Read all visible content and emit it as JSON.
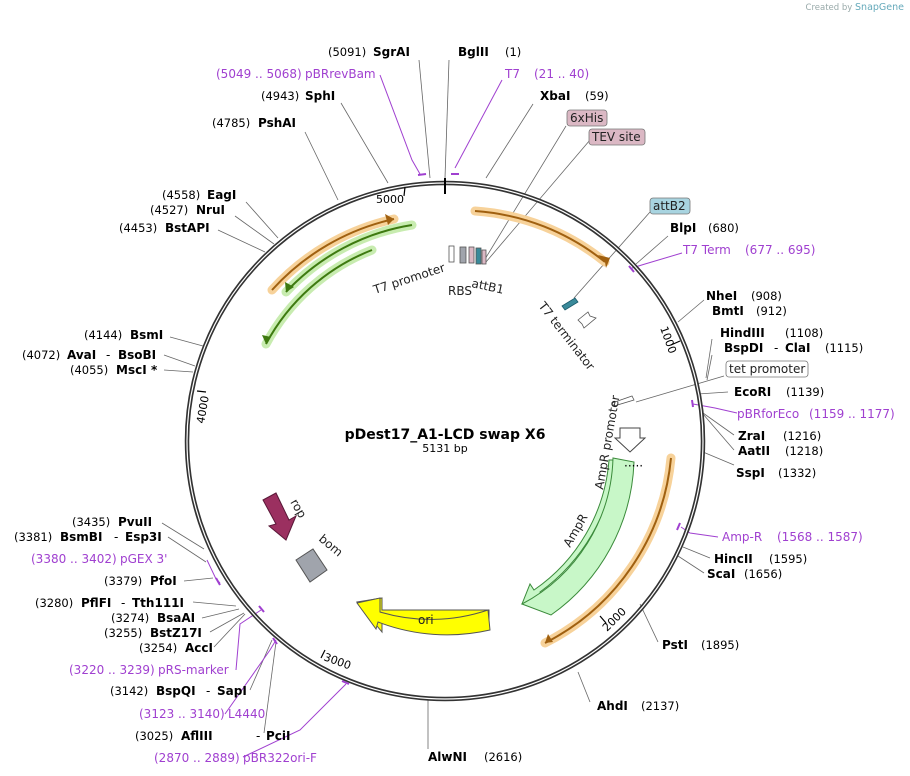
{
  "credit": {
    "prefix": "Created by",
    "brand": "SnapGene"
  },
  "plasmid": {
    "name": "pDest17_A1-LCD swap X6",
    "length": "5131 bp"
  },
  "ticks": [
    "5000",
    "1000",
    "4000",
    "2000",
    "3000"
  ],
  "enzymes": [
    {
      "pos": "(5091)",
      "name": "SgrAI"
    },
    {
      "pos": "(1)",
      "name": "BglII"
    },
    {
      "pos": "(59)",
      "name": "XbaI"
    },
    {
      "pos": "(4943)",
      "name": "SphI"
    },
    {
      "pos": "(4785)",
      "name": "PshAI"
    },
    {
      "pos": "(4558)",
      "name": "EagI"
    },
    {
      "pos": "(4527)",
      "name": "NruI"
    },
    {
      "pos": "(4453)",
      "name": "BstAPI"
    },
    {
      "pos": "(680)",
      "name": "BlpI"
    },
    {
      "pos": "(908)",
      "name": "NheI"
    },
    {
      "pos": "(912)",
      "name": "BmtI"
    },
    {
      "pos": "(1108)",
      "name": "HindIII"
    },
    {
      "pos": "(1115)",
      "name": "BspDI",
      "name2": "ClaI"
    },
    {
      "pos": "(4144)",
      "name": "BsmI"
    },
    {
      "pos": "(4072)",
      "name": "AvaI",
      "name2": "BsoBI"
    },
    {
      "pos": "(4055)",
      "name": "MscI",
      "suffix": "*"
    },
    {
      "pos": "(1139)",
      "name": "EcoRI"
    },
    {
      "pos": "(1216)",
      "name": "ZraI"
    },
    {
      "pos": "(1218)",
      "name": "AatII"
    },
    {
      "pos": "(1332)",
      "name": "SspI"
    },
    {
      "pos": "(3435)",
      "name": "PvuII"
    },
    {
      "pos": "(3381)",
      "name": "BsmBI",
      "name2": "Esp3I"
    },
    {
      "pos": "(3379)",
      "name": "PfoI"
    },
    {
      "pos": "(3280)",
      "name": "PflFI",
      "name2": "Tth111I"
    },
    {
      "pos": "(3274)",
      "name": "BsaAI"
    },
    {
      "pos": "(3255)",
      "name": "BstZ17I"
    },
    {
      "pos": "(3254)",
      "name": "AccI"
    },
    {
      "pos": "(1595)",
      "name": "HincII"
    },
    {
      "pos": "(1656)",
      "name": "ScaI"
    },
    {
      "pos": "(1895)",
      "name": "PstI"
    },
    {
      "pos": "(2137)",
      "name": "AhdI"
    },
    {
      "pos": "(3142)",
      "name": "BspQI",
      "name2": "SapI"
    },
    {
      "pos": "(3025)",
      "name": "AflIII",
      "name2": "PciI"
    },
    {
      "pos": "(2616)",
      "name": "AlwNI"
    }
  ],
  "primers": [
    {
      "range": "(5049 .. 5068)",
      "name": "pBRrevBam"
    },
    {
      "range": "(21 .. 40)",
      "name": "T7"
    },
    {
      "range": "(677 .. 695)",
      "name": "T7 Term"
    },
    {
      "range": "(1159 .. 1177)",
      "name": "pBRforEco"
    },
    {
      "range": "(1568 .. 1587)",
      "name": "Amp-R"
    },
    {
      "range": "(3380 .. 3402)",
      "name": "pGEX 3'"
    },
    {
      "range": "(3220 .. 3239)",
      "name": "pRS-marker"
    },
    {
      "range": "(3123 .. 3140)",
      "name": "L4440"
    },
    {
      "range": "(2870 .. 2889)",
      "name": "pBR322ori-F"
    }
  ],
  "boxed": [
    {
      "name": "6xHis",
      "fill": "#dbb8c4"
    },
    {
      "name": "TEV site",
      "fill": "#dbb8c4"
    },
    {
      "name": "attB2",
      "fill": "#a8d4e0"
    },
    {
      "name": "tet promoter",
      "fill": "#ffffff"
    }
  ],
  "features": {
    "t7_promoter": "T7 promoter",
    "rbs": "RBS",
    "attb1": "attB1",
    "t7_terminator": "T7 terminator",
    "ampr_promoter": "AmpR promoter",
    "ampr": "AmpR",
    "ori": "ori",
    "rop": "rop",
    "bom": "bom"
  },
  "colors": {
    "ampr": "#c8f7c8",
    "ori": "#ffff00",
    "rop": "#9b3060",
    "bom": "#a0a4ac",
    "orf_arrow": "#e8a040",
    "orf_green": "#7ab828",
    "primer": "#a040d0"
  }
}
